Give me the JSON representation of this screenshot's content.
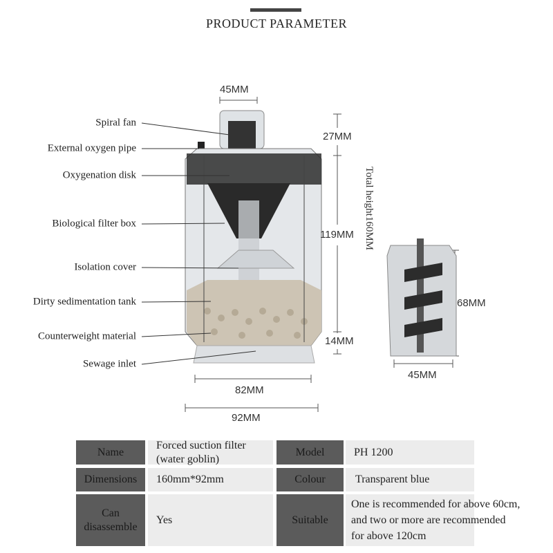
{
  "header": {
    "title": "PRODUCT  PARAMETER"
  },
  "labels": [
    "Spiral fan",
    "External oxygen pipe",
    "Oxygenation disk",
    "Biological filter box",
    "Isolation cover",
    "Dirty sedimentation tank",
    "Counterweight material",
    "Sewage inlet"
  ],
  "dimensions": {
    "top_width": "45MM",
    "top_height": "27MM",
    "body_height": "119MM",
    "base_height": "14MM",
    "total_height": "Total height160MM",
    "inner_width": "82MM",
    "outer_width": "92MM",
    "side_height": "68MM",
    "side_width": "45MM"
  },
  "table": {
    "name_label": "Name",
    "name_value_1": "Forced suction filter",
    "name_value_2": "(water goblin)",
    "model_label": "Model",
    "model_value": "PH 1200",
    "dimensions_label": "Dimensions",
    "dimensions_value": "160mm*92mm",
    "colour_label": "Colour",
    "colour_value": "Transparent blue",
    "disassemble_label_1": "Can",
    "disassemble_label_2": "disassemble",
    "disassemble_value": "Yes",
    "suitable_label": "Suitable",
    "suitable_value_1": "One is recommended for above 60cm,",
    "suitable_value_2": "and two or more are recommended",
    "suitable_value_3": "for above 120cm"
  }
}
